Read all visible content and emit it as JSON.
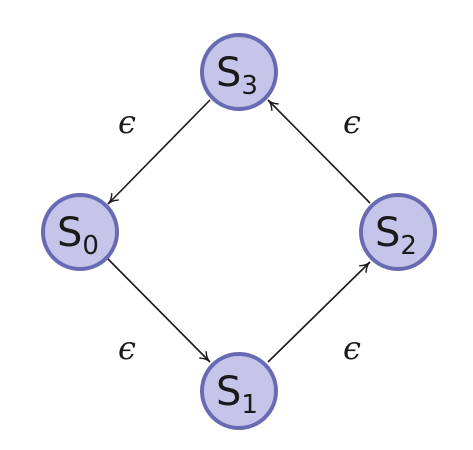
{
  "diagram": {
    "node_fill": "#c5c5ea",
    "node_stroke": "#6a6ab4",
    "edge_color": "#1a1a1a",
    "nodes": [
      {
        "id": "S0",
        "base": "S",
        "subscript": "0"
      },
      {
        "id": "S1",
        "base": "S",
        "subscript": "1"
      },
      {
        "id": "S2",
        "base": "S",
        "subscript": "2"
      },
      {
        "id": "S3",
        "base": "S",
        "subscript": "3"
      }
    ],
    "edges": [
      {
        "from": "S0",
        "to": "S1",
        "label": "ϵ"
      },
      {
        "from": "S1",
        "to": "S2",
        "label": "ϵ"
      },
      {
        "from": "S2",
        "to": "S3",
        "label": "ϵ"
      },
      {
        "from": "S3",
        "to": "S0",
        "label": "ϵ"
      }
    ]
  }
}
